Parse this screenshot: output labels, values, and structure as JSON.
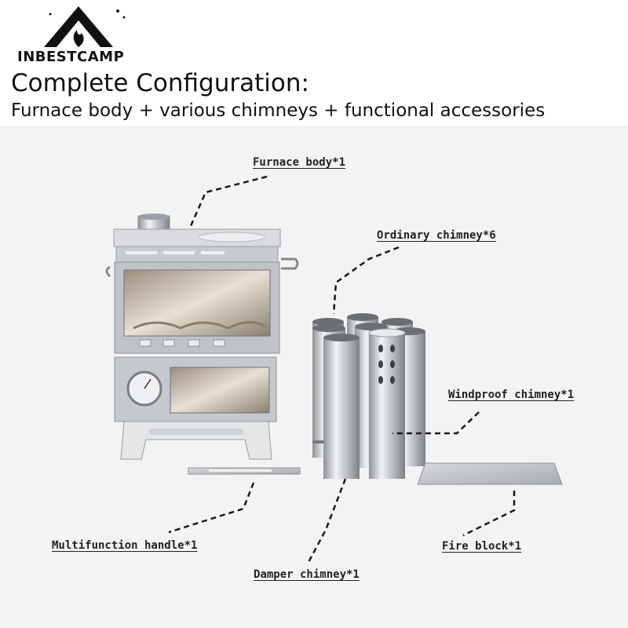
{
  "brand": {
    "name": "INBESTCAMP"
  },
  "heading": {
    "title": "Complete Configuration:",
    "subtitle": "Furnace body + various chimneys + functional accessories"
  },
  "callouts": {
    "furnace_body": "Furnace body*1",
    "ordinary_chimney": "Ordinary chimney*6",
    "windproof_chimney": "Windproof chimney*1",
    "multifunction_handle": "Multifunction handle*1",
    "damper_chimney": "Damper chimney*1",
    "fire_block": "Fire block*1"
  },
  "colors": {
    "stage_background": "#f3f3f3",
    "steel": "#c9ccd0",
    "text": "#111111"
  }
}
